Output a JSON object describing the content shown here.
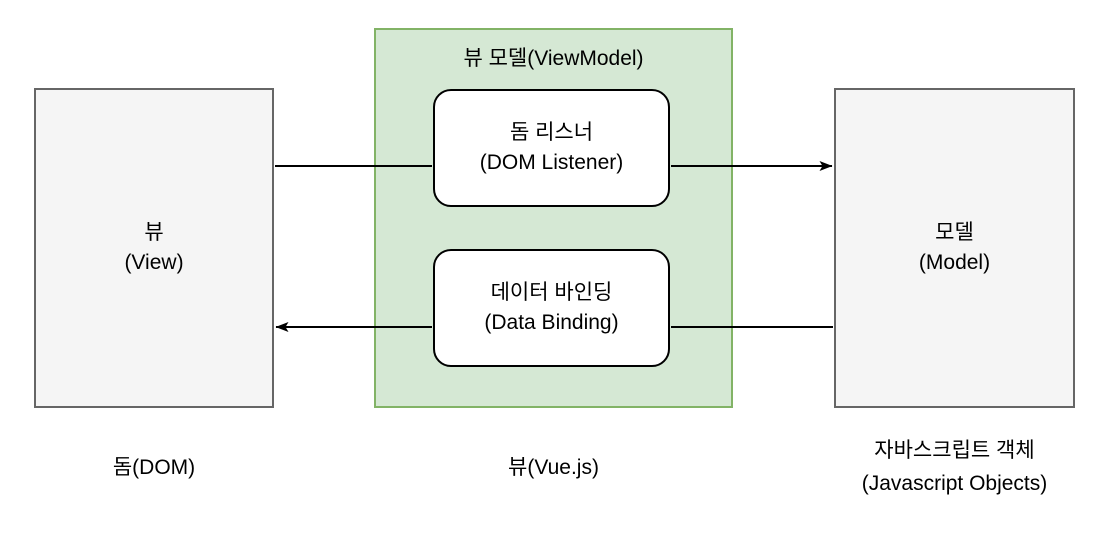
{
  "diagram": {
    "type": "architecture-diagram",
    "subject": "Vue.js MVVM pattern",
    "view_node": {
      "label_line1": "뷰",
      "label_line2": "(View)",
      "caption": "돔(DOM)"
    },
    "viewmodel_node": {
      "header": "뷰 모델(ViewModel)",
      "caption": "뷰(Vue.js)",
      "dom_listener": {
        "label_line1": "돔 리스너",
        "label_line2": "(DOM Listener)"
      },
      "data_binding": {
        "label_line1": "데이터 바인딩",
        "label_line2": "(Data Binding)"
      }
    },
    "model_node": {
      "label_line1": "모델",
      "label_line2": "(Model)",
      "caption_line1": "자바스크립트 객체",
      "caption_line2": "(Javascript Objects)"
    },
    "edges": [
      {
        "from": "view",
        "via": "dom-listener",
        "to": "model",
        "direction": "right"
      },
      {
        "from": "model",
        "via": "data-binding",
        "to": "view",
        "direction": "left"
      }
    ],
    "colors": {
      "viewmodel_fill": "#d5e8d4",
      "viewmodel_border": "#82b366",
      "box_fill": "#f5f5f5",
      "box_border": "#666666",
      "rounded_node_fill": "#ffffff",
      "rounded_node_border": "#000000",
      "arrow": "#000000",
      "text": "#000000"
    }
  }
}
